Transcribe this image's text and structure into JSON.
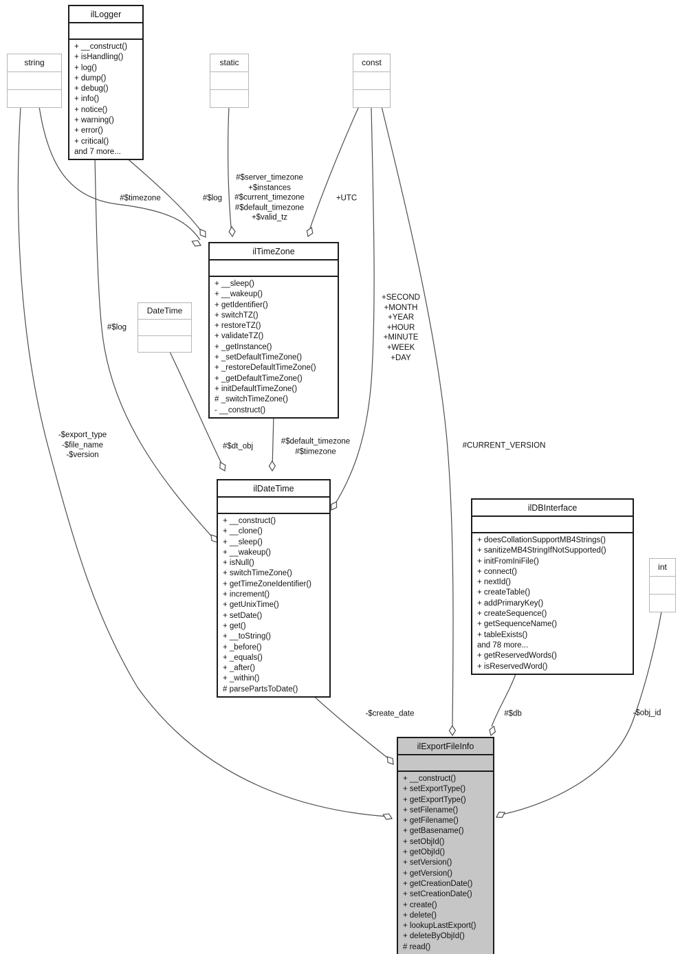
{
  "diagram": {
    "classes": {
      "illogger": {
        "name": "ilLogger",
        "methods": [
          "+ __construct()",
          "+ isHandling()",
          "+ log()",
          "+ dump()",
          "+ debug()",
          "+ info()",
          "+ notice()",
          "+ warning()",
          "+ error()",
          "+ critical()",
          "and 7 more..."
        ]
      },
      "iltimezone": {
        "name": "ilTimeZone",
        "methods": [
          "+ __sleep()",
          "+ __wakeup()",
          "+ getIdentifier()",
          "+ switchTZ()",
          "+ restoreTZ()",
          "+ validateTZ()",
          "+ _getInstance()",
          "+ _setDefaultTimeZone()",
          "+ _restoreDefaultTimeZone()",
          "+ _getDefaultTimeZone()",
          "+ initDefaultTimeZone()",
          "# _switchTimeZone()",
          "- __construct()"
        ]
      },
      "ildatetime": {
        "name": "ilDateTime",
        "methods": [
          "+ __construct()",
          "+ __clone()",
          "+ __sleep()",
          "+ __wakeup()",
          "+ isNull()",
          "+ switchTimeZone()",
          "+ getTimeZoneIdentifier()",
          "+ increment()",
          "+ getUnixTime()",
          "+ setDate()",
          "+ get()",
          "+ __toString()",
          "+ _before()",
          "+ _equals()",
          "+ _after()",
          "+ _within()",
          "# parsePartsToDate()"
        ]
      },
      "ildbinterface": {
        "name": "ilDBInterface",
        "methods": [
          "+ doesCollationSupportMB4Strings()",
          "+ sanitizeMB4StringIfNotSupported()",
          "+ initFromIniFile()",
          "+ connect()",
          "+ nextId()",
          "+ createTable()",
          "+ addPrimaryKey()",
          "+ createSequence()",
          "+ getSequenceName()",
          "+ tableExists()",
          "and 78 more...",
          "+ getReservedWords()",
          "+ isReservedWord()"
        ]
      },
      "ilexportfileinfo": {
        "name": "ilExportFileInfo",
        "methods": [
          "+ __construct()",
          "+ setExportType()",
          "+ getExportType()",
          "+ setFilename()",
          "+ getFilename()",
          "+ getBasename()",
          "+ setObjId()",
          "+ getObjId()",
          "+ setVersion()",
          "+ getVersion()",
          "+ getCreationDate()",
          "+ setCreationDate()",
          "+ create()",
          "+ delete()",
          "+ lookupLastExport()",
          "+ deleteByObjId()",
          "# read()"
        ]
      },
      "string_type": {
        "name": "string"
      },
      "static_type": {
        "name": "static"
      },
      "const_type": {
        "name": "const"
      },
      "datetime_type": {
        "name": "DateTime"
      },
      "int_type": {
        "name": "int"
      }
    },
    "edge_labels": {
      "timezone": "#$timezone",
      "log_top": "#$log",
      "static_attrs": "#$server_timezone\n+$instances\n#$current_timezone\n#$default_timezone\n+$valid_tz",
      "utc": "+UTC",
      "datetime_consts": "+SECOND\n+MONTH\n+YEAR\n+HOUR\n+MINUTE\n+WEEK\n+DAY",
      "current_version": "#CURRENT_VERSION",
      "log_left": "#$log",
      "export_attrs": "-$export_type\n-$file_name\n-$version",
      "dt_obj": "#$dt_obj",
      "tz_attrs": "#$default_timezone\n#$timezone",
      "create_date": "-$create_date",
      "db": "#$db",
      "obj_id": "-$obj_id"
    },
    "colors": {
      "highlight_fill": "#c6c6c6",
      "class_border": "#1c1c1c",
      "type_border": "#b5b5b5",
      "edge": "#4d4d4d"
    }
  }
}
